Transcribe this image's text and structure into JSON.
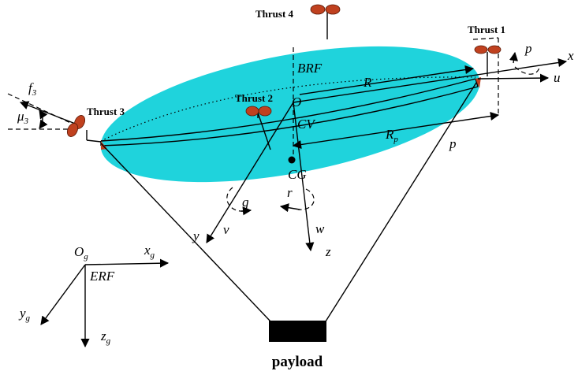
{
  "title": "",
  "colors": {
    "hull": "#1fd3dc",
    "propeller": "#c0411f",
    "payload": "#000000",
    "line": "#000000"
  },
  "thrusters": {
    "t1": "Thrust 1",
    "t2": "Thrust 2",
    "t3": "Thrust 3",
    "t4": "Thrust 4"
  },
  "body_frame": {
    "brf": "BRF",
    "origin": "O",
    "cv": "CV",
    "cg": "CG",
    "radius": "R",
    "rp_main": "R",
    "rp_sub": "p",
    "p_label": "p",
    "x": "x",
    "u": "u",
    "y": "y",
    "v": "v",
    "z": "z",
    "w": "w",
    "q": "q",
    "r": "r",
    "roll_p": "p"
  },
  "force": {
    "f_main": "f",
    "f_sub": "3",
    "mu_main": "μ",
    "mu_sub": "3"
  },
  "earth_frame": {
    "erf": "ERF",
    "o_main": "O",
    "o_sub": "g",
    "x_main": "x",
    "x_sub": "g",
    "y_main": "y",
    "y_sub": "g",
    "z_main": "z",
    "z_sub": "g"
  },
  "payload": {
    "label": "payload"
  }
}
